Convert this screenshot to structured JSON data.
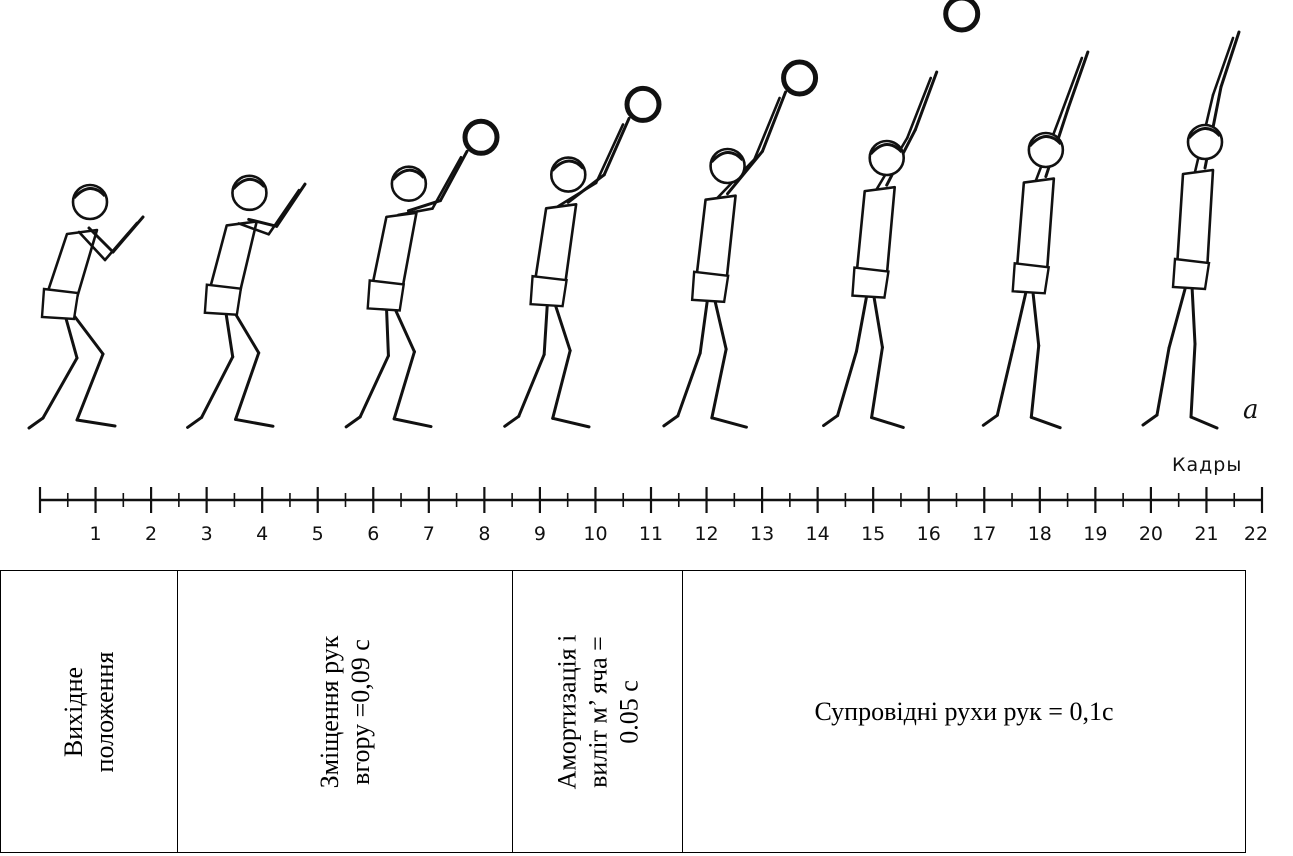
{
  "figure": {
    "plate_letter": "a",
    "axis_title": "Кадры",
    "frame_ticks": [
      "1",
      "2",
      "3",
      "4",
      "5",
      "6",
      "7",
      "8",
      "9",
      "10",
      "11",
      "12",
      "13",
      "14",
      "15",
      "16",
      "17",
      "18",
      "19",
      "20",
      "21",
      "22"
    ],
    "athlete_sequence": {
      "figure_count": 8,
      "ball_visible_in_figures": [
        3,
        4,
        5
      ],
      "ball_flying_in_figure": 6
    }
  },
  "phases": [
    {
      "lines": [
        "Вихідне",
        "положення"
      ]
    },
    {
      "lines": [
        "Зміщення рук",
        "вгору =0,09 с"
      ]
    },
    {
      "lines": [
        "Амортизація і",
        "виліт м’  яча =",
        "0.05 с"
      ]
    },
    {
      "lines": [
        "Супровідні рухи рук = 0,1с"
      ]
    }
  ]
}
